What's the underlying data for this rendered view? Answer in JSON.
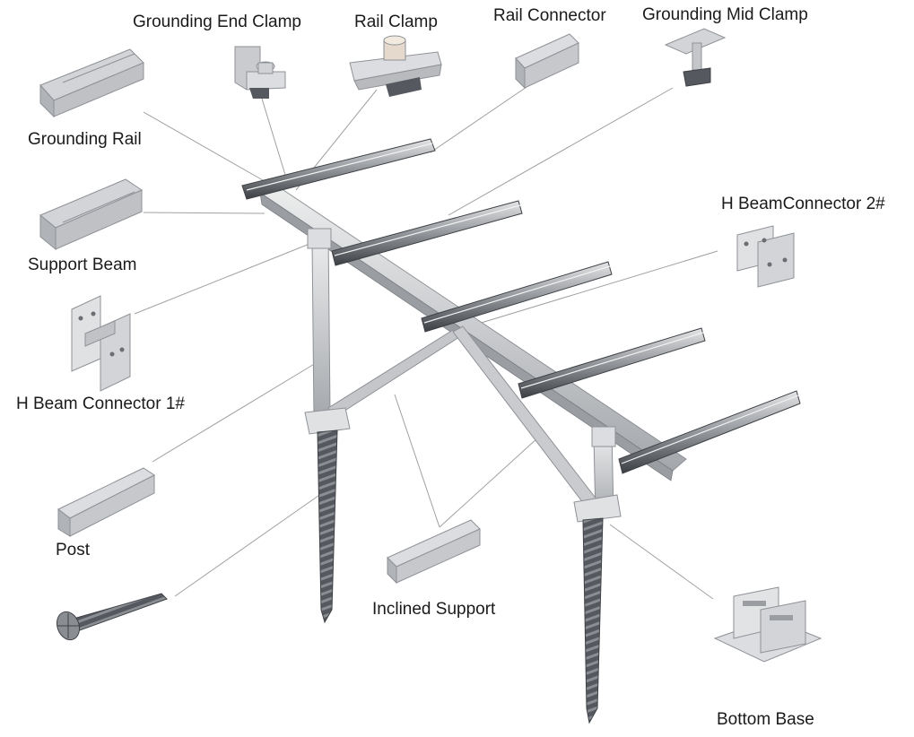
{
  "labels": {
    "grounding_end_clamp": "Grounding End Clamp",
    "rail_clamp": "Rail Clamp",
    "rail_connector": "Rail Connector",
    "grounding_mid_clamp": "Grounding Mid Clamp",
    "grounding_rail": "Grounding Rail",
    "support_beam": "Support Beam",
    "h_beam_connector_2": "H BeamConnector 2#",
    "h_beam_connector_1": "H Beam Connector 1#",
    "post": "Post",
    "inclined_support": "Inclined Support",
    "bottom_base": "Bottom Base"
  },
  "colors": {
    "metal_light": "#d9dadc",
    "metal_mid": "#b4b6ba",
    "metal_dark": "#55585e",
    "leader_line": "#a0a0a0",
    "screw": "#4a4d52"
  }
}
